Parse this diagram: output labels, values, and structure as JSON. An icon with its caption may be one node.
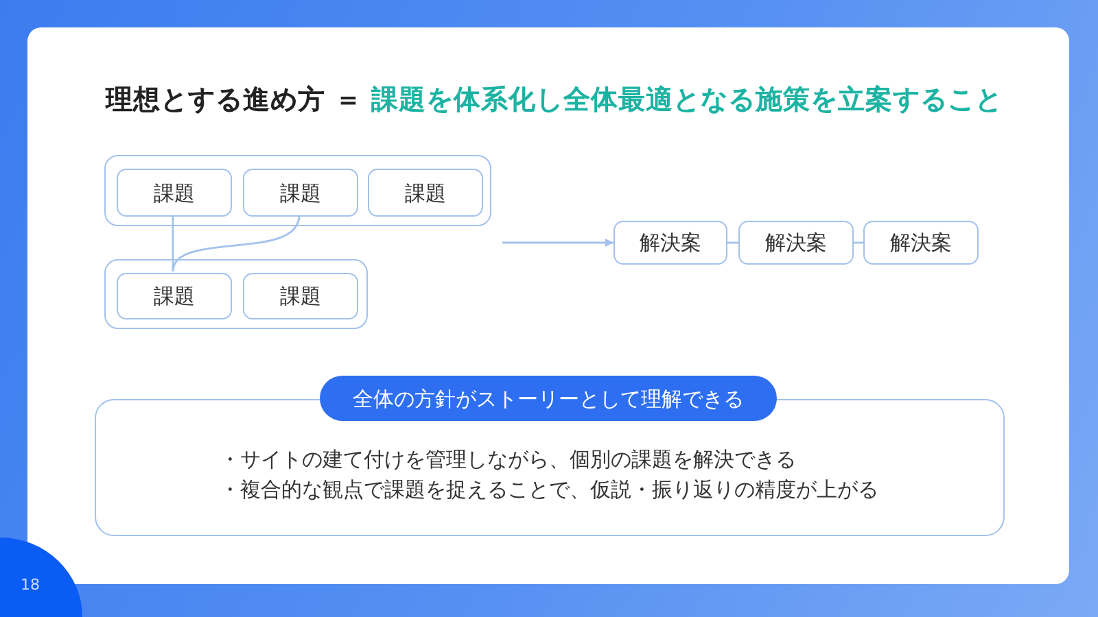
{
  "diagram": {
    "title": "理想とする進め方 ＝ **課題を体系化し全体最適となる施策を立案すること**",
    "nodes": [
      {
        "text": [],
        "shape": "box"
      },
      {
        "text": [
          "課題"
        ],
        "in": 0
      },
      {
        "text": [
          "課題"
        ],
        "in": 0
      },
      {
        "text": [
          "課題"
        ],
        "in": 0
      },
      {
        "text": [],
        "shape": "box"
      },
      {
        "text": [
          "課題"
        ],
        "in": 4
      },
      {
        "text": [
          "課題"
        ],
        "in": 4
      },
      {
        "text": [
          "解決案"
        ]
      },
      {
        "text": [
          "解決案"
        ]
      },
      {
        "text": [
          "解決案"
        ]
      },
      {
        "text": [
          "全体の方針がストーリーとして理解できる"
        ]
      },
      {
        "text": [
          "・サイトの建て付けを管理しながら、個別の課題を解決できる",
          "・複合的な観点で課題を捉えることで、仮説・振り返りの精度が上がる"
        ]
      }
    ],
    "edges": [
      {
        "from": 1,
        "to": 5,
        "arrow": "none"
      },
      {
        "from": 2,
        "to": 5,
        "arrow": "none"
      },
      {
        "from": null,
        "to": 7,
        "arrow": "to"
      },
      {
        "from": 7,
        "to": 8,
        "arrow": "none"
      },
      {
        "from": 8,
        "to": 9,
        "arrow": "none"
      }
    ],
    "labels": [
      "18"
    ]
  }
}
